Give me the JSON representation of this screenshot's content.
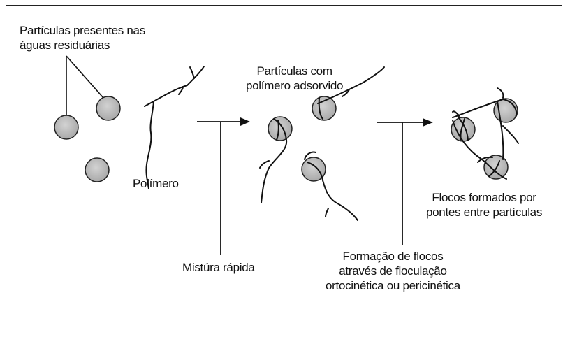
{
  "labels": {
    "particulas_presentes": [
      "Partículas presentes nas",
      "águas residuárias"
    ],
    "polimero": "Polímero",
    "particulas_com_polimero": [
      "Partículas com",
      "polímero adsorvido"
    ],
    "mistura_rapida": "Mistúra rápida",
    "formacao_flocos": [
      "Formação de flocos",
      "através de floculação",
      "ortocinética ou pericinética"
    ],
    "flocos_formados": [
      "Flocos formados por",
      "pontes entre partículas"
    ]
  },
  "colors": {
    "particle_fill": "#c4c4c4",
    "particle_stroke": "#222222",
    "line": "#111111"
  }
}
